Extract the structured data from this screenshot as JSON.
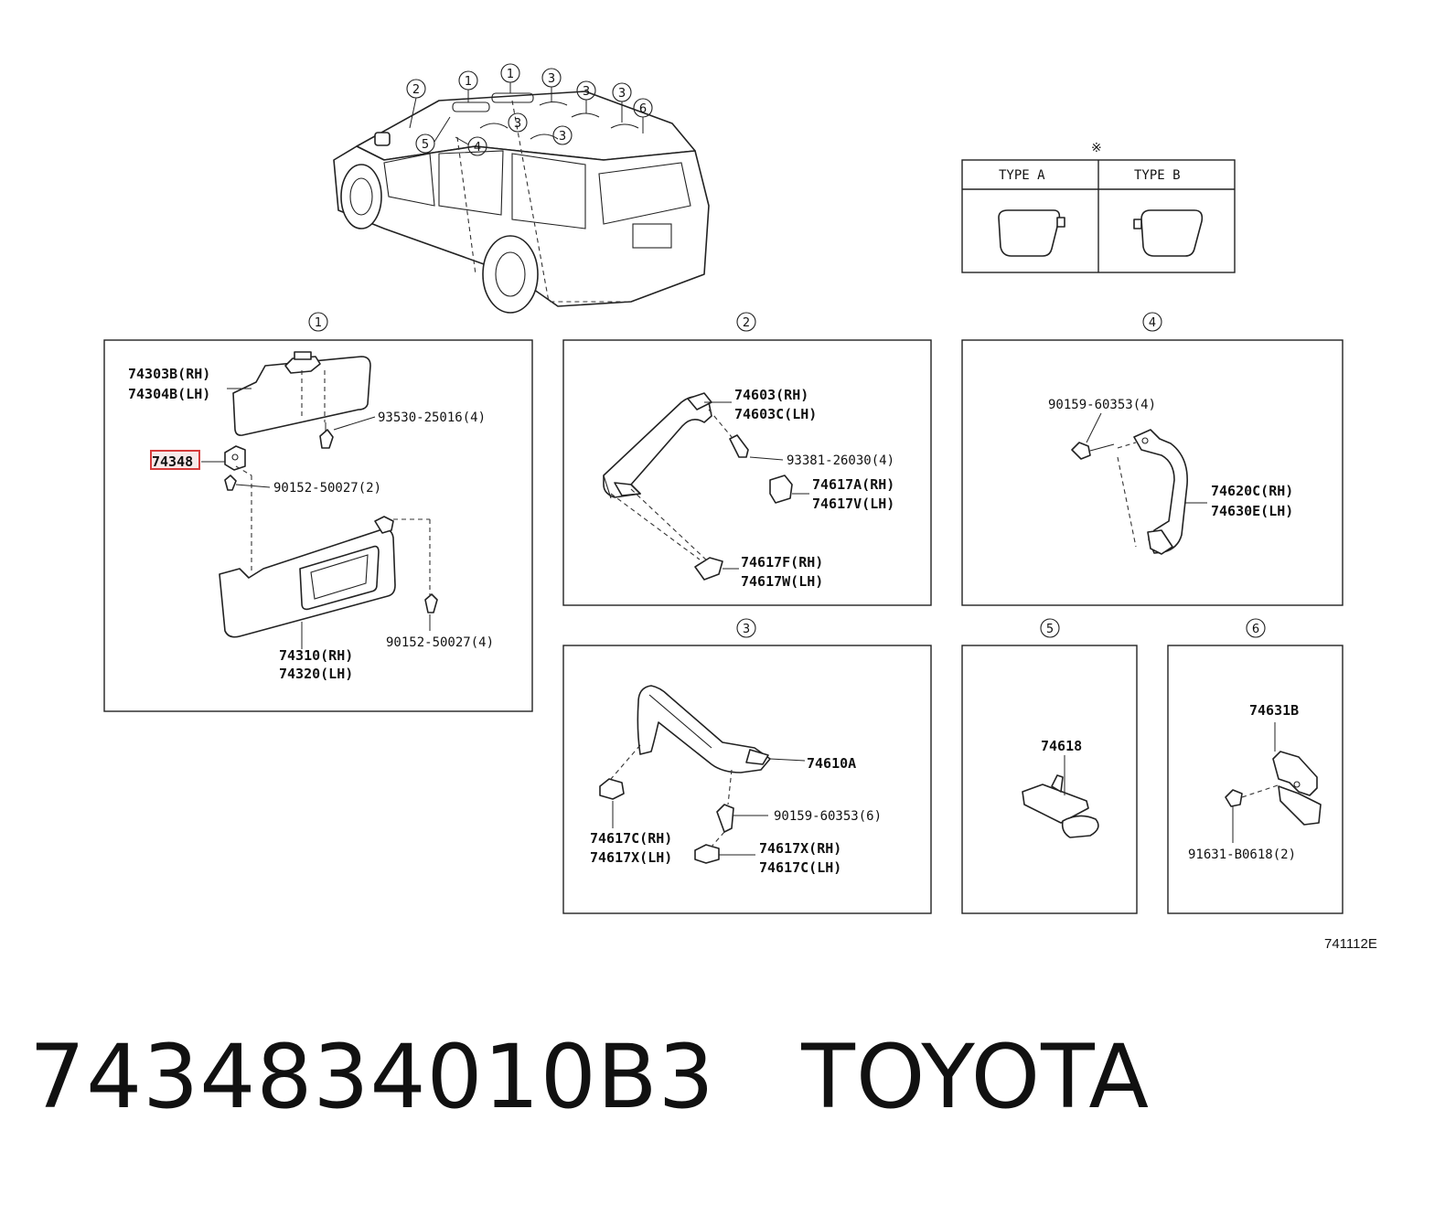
{
  "car_callouts": [
    "2",
    "1",
    "1",
    "3",
    "3",
    "3",
    "6",
    "5",
    "4",
    "3",
    "3"
  ],
  "type_table": {
    "note_mark": "※",
    "type_a": "TYPE A",
    "type_b": "TYPE B"
  },
  "panels": {
    "p1": {
      "num": "1",
      "labels": {
        "vanity_cover_rh": "74303B(RH)",
        "vanity_cover_lh": "74304B(LH)",
        "screw_93530": "93530-25016(4)",
        "holder": "74348",
        "screw_90152_a": "90152-50027(2)",
        "visor_rh": "74310(RH)",
        "visor_lh": "74320(LH)",
        "screw_90152_b": "90152-50027(4)"
      }
    },
    "p2": {
      "num": "2",
      "labels": {
        "grip_rh": "74603(RH)",
        "grip_lh": "74603C(LH)",
        "screw_93381": "93381-26030(4)",
        "cap_a_rh": "74617A(RH)",
        "cap_v_lh": "74617V(LH)",
        "cap_f_rh": "74617F(RH)",
        "cap_w_lh": "74617W(LH)"
      }
    },
    "p3": {
      "num": "3",
      "labels": {
        "grip": "74610A",
        "screw_90159": "90159-60353(6)",
        "cap_c_rh": "74617C(RH)",
        "cap_x_lh": "74617X(LH)",
        "cap_x_rh": "74617X(RH)",
        "cap_c_lh": "74617C(LH)"
      }
    },
    "p4": {
      "num": "4",
      "labels": {
        "screw_90159": "90159-60353(4)",
        "grip_rh": "74620C(RH)",
        "grip_lh": "74630E(LH)"
      }
    },
    "p5": {
      "num": "5",
      "labels": {
        "hook": "74618"
      }
    },
    "p6": {
      "num": "6",
      "labels": {
        "hook": "74631B",
        "screw_91631": "91631-B0618(2)"
      }
    }
  },
  "figure_code": "741112E",
  "footer": {
    "part_number": "7434834010B3",
    "brand": "TOYOTA"
  }
}
